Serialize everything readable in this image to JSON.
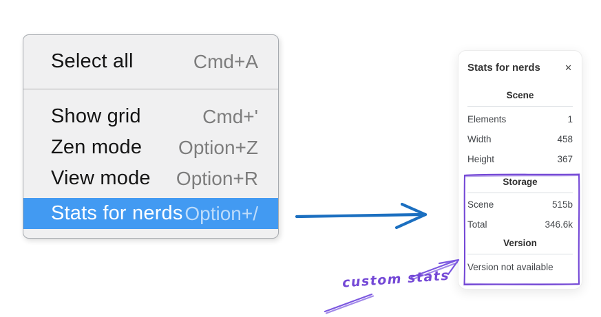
{
  "menu": {
    "sections": [
      {
        "items": [
          {
            "label": "Select all",
            "shortcut": "Cmd+A"
          }
        ]
      },
      {
        "items": [
          {
            "label": "Show grid",
            "shortcut": "Cmd+'"
          },
          {
            "label": "Zen mode",
            "shortcut": "Option+Z"
          },
          {
            "label": "View mode",
            "shortcut": "Option+R"
          },
          {
            "label": "Stats for nerds",
            "shortcut": "Option+/"
          }
        ]
      }
    ],
    "highlighted_item": "Stats for nerds"
  },
  "stats_panel": {
    "title": "Stats for nerds",
    "close_label": "✕",
    "sections": [
      {
        "title": "Scene",
        "rows": [
          {
            "label": "Elements",
            "value": "1"
          },
          {
            "label": "Width",
            "value": "458"
          },
          {
            "label": "Height",
            "value": "367"
          }
        ]
      },
      {
        "title": "Storage",
        "rows": [
          {
            "label": "Scene",
            "value": "515b"
          },
          {
            "label": "Total",
            "value": "346.6k"
          }
        ]
      },
      {
        "title": "Version",
        "note": "Version not available"
      }
    ]
  },
  "annotation": {
    "label": "custom stats"
  },
  "colors": {
    "menu_highlight": "#429af2",
    "menu_background": "#f0f0f1",
    "blue_arrow": "#1b6fc0",
    "annotation_purple": "#7448d6"
  }
}
